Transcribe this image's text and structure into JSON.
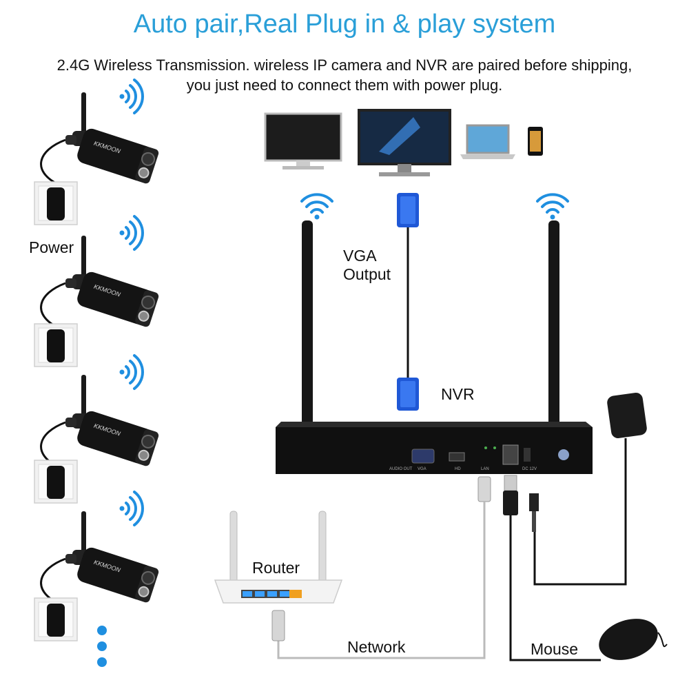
{
  "title": "Auto pair,Real Plug in & play system",
  "subtitle": {
    "line1": "2.4G Wireless Transmission. wireless IP camera and NVR are paired before shipping,",
    "line2": "you just need to connect them with power plug."
  },
  "labels": {
    "power": "Power",
    "vga_output_line1": "VGA",
    "vga_output_line2": "Output",
    "nvr": "NVR",
    "router": "Router",
    "network": "Network",
    "mouse": "Mouse"
  },
  "camera_brand": "KKMOON",
  "nvr_ports": {
    "audio_out": "AUDIO OUT",
    "vga": "VGA",
    "hd": "HD",
    "lan": "LAN",
    "dc": "DC 12V"
  },
  "colors": {
    "accent": "#2a9fd8",
    "wifi": "#1f8fe0",
    "vga_blue": "#1f58d6",
    "device_black": "#141414"
  },
  "icons": [
    "wifi-icon",
    "camera-icon",
    "power-socket-icon",
    "monitor-icon",
    "laptop-icon",
    "phone-icon",
    "router-icon",
    "mouse-icon",
    "power-adapter-icon",
    "ellipsis-dots-icon"
  ]
}
